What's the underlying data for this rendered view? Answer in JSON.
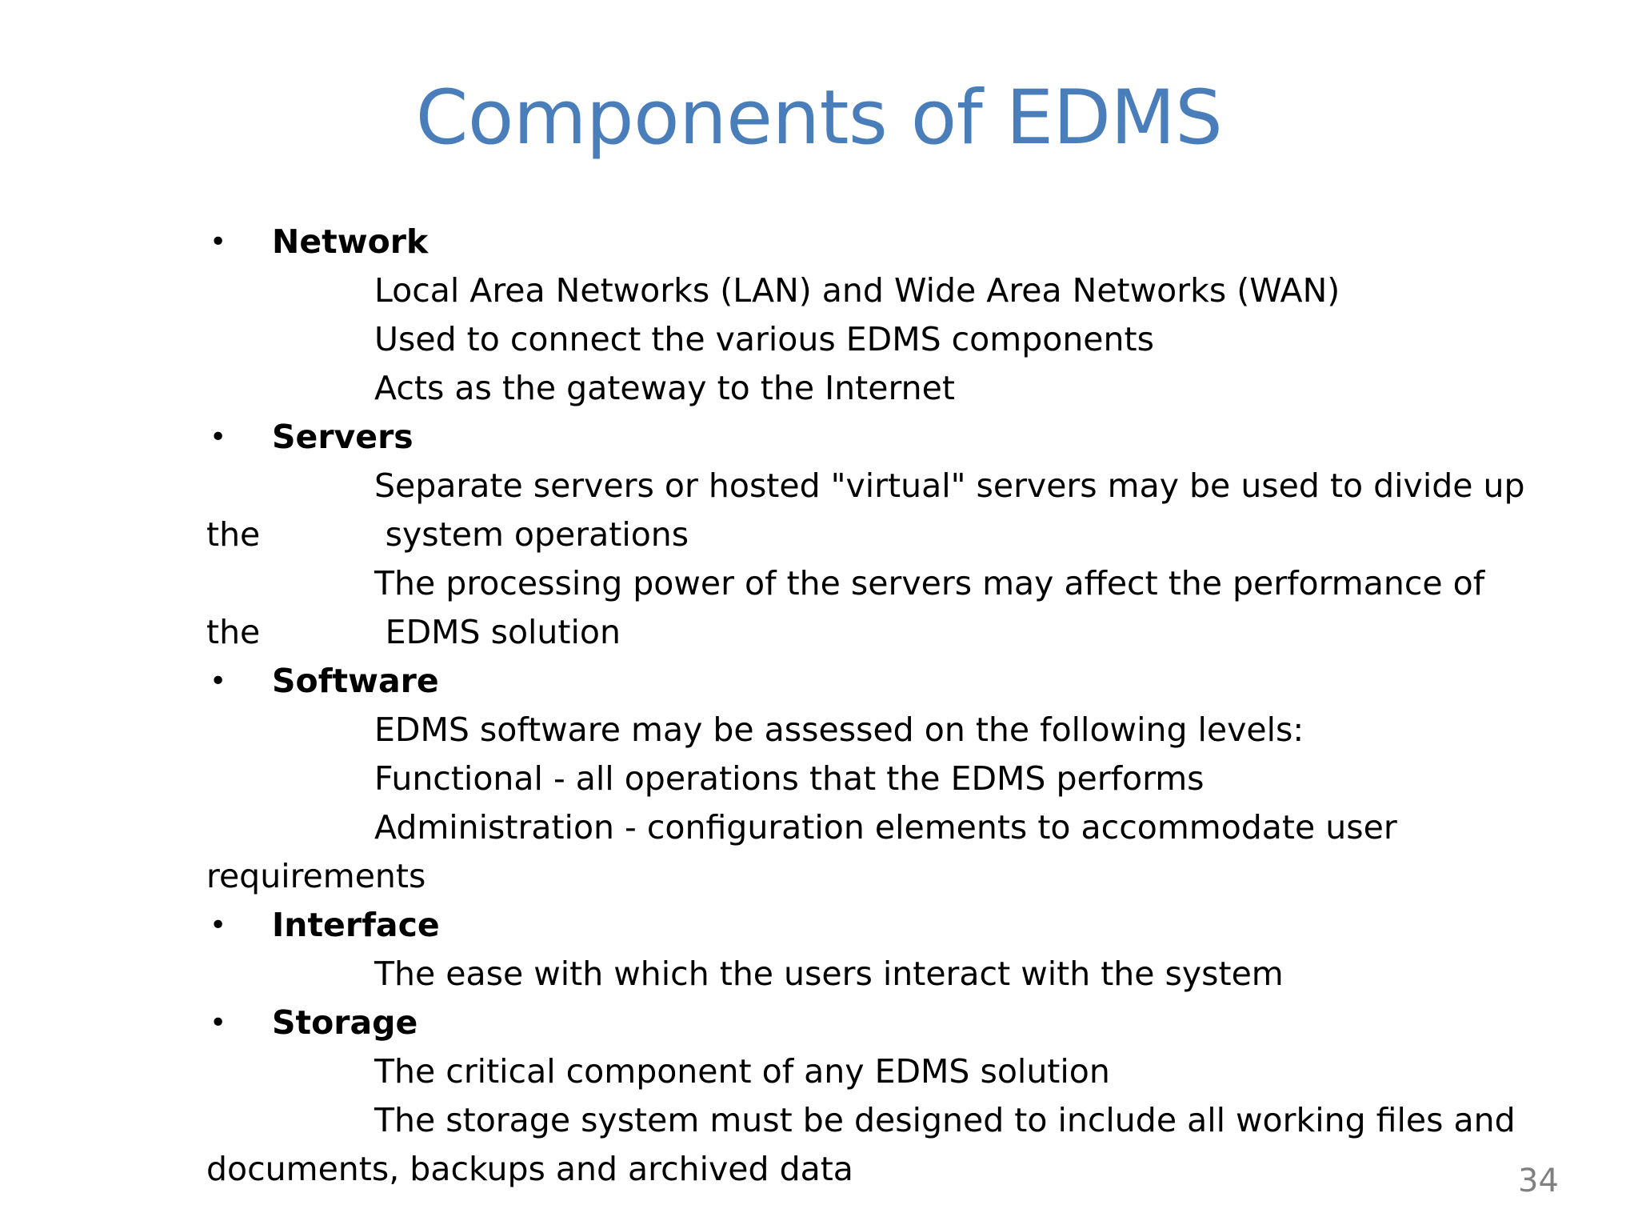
{
  "slide": {
    "title": "Components of EDMS",
    "page_number": "34",
    "bullet_glyph": "•",
    "colors": {
      "title": "#4A7EBB",
      "body_text": "#000000",
      "page_number": "#808080",
      "background": "#FFFFFF"
    },
    "sections": [
      {
        "heading": "Network",
        "items": [
          {
            "line1": "Local Area Networks (LAN) and Wide Area Networks (WAN)",
            "line2": null
          },
          {
            "line1": "Used to connect the various EDMS components",
            "line2": null
          },
          {
            "line1": "Acts as the gateway to the Internet",
            "line2": null
          }
        ]
      },
      {
        "heading": "Servers",
        "items": [
          {
            "line1": "Separate servers or hosted \"virtual\" servers may be used to divide up",
            "line2": "the            system operations"
          },
          {
            "line1": "The processing power of the servers may affect the performance of",
            "line2": "the            EDMS solution"
          }
        ]
      },
      {
        "heading": "Software",
        "items": [
          {
            "line1": "EDMS software may be assessed on the following levels:",
            "line2": null
          },
          {
            "line1": "Functional - all operations that the EDMS performs",
            "line2": null
          },
          {
            "line1": "Administration - configuration elements to accommodate user",
            "line2": "requirements"
          }
        ]
      },
      {
        "heading": "Interface",
        "items": [
          {
            "line1": "The ease with which the users interact with the system",
            "line2": null
          }
        ]
      },
      {
        "heading": "Storage",
        "items": [
          {
            "line1": "The critical component of any EDMS solution",
            "line2": null
          },
          {
            "line1": "The storage system must be designed to include all working files and",
            "line2": "documents, backups and archived data"
          }
        ]
      }
    ]
  }
}
